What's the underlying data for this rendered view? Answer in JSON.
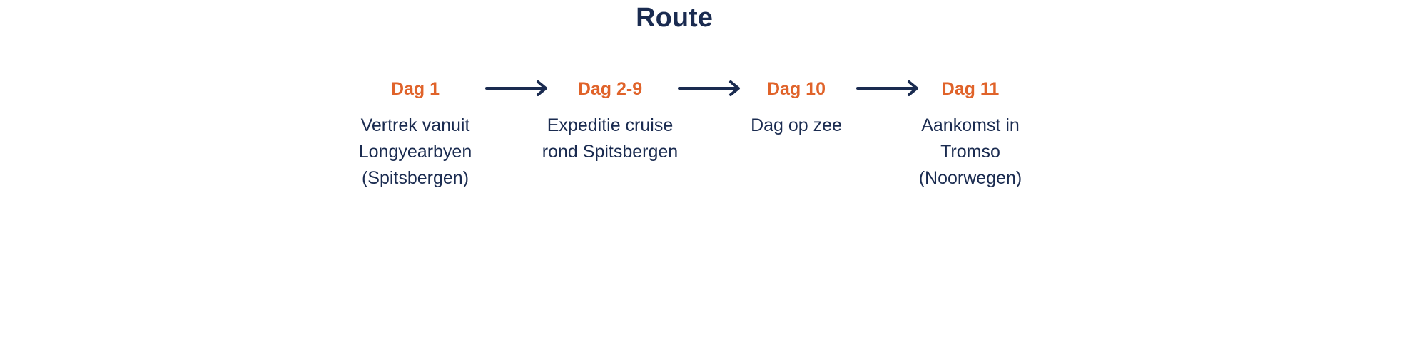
{
  "title": "Route",
  "colors": {
    "primary": "#1a2b50",
    "accent": "#e0632a"
  },
  "steps": [
    {
      "label": "Dag 1",
      "description": "Vertrek vanuit Longyearbyen (Spitsbergen)"
    },
    {
      "label": "Dag 2-9",
      "description": "Expeditie cruise rond Spitsbergen"
    },
    {
      "label": "Dag 10",
      "description": "Dag op zee"
    },
    {
      "label": "Dag 11",
      "description": "Aankomst in Tromso (Noorwegen)"
    }
  ]
}
